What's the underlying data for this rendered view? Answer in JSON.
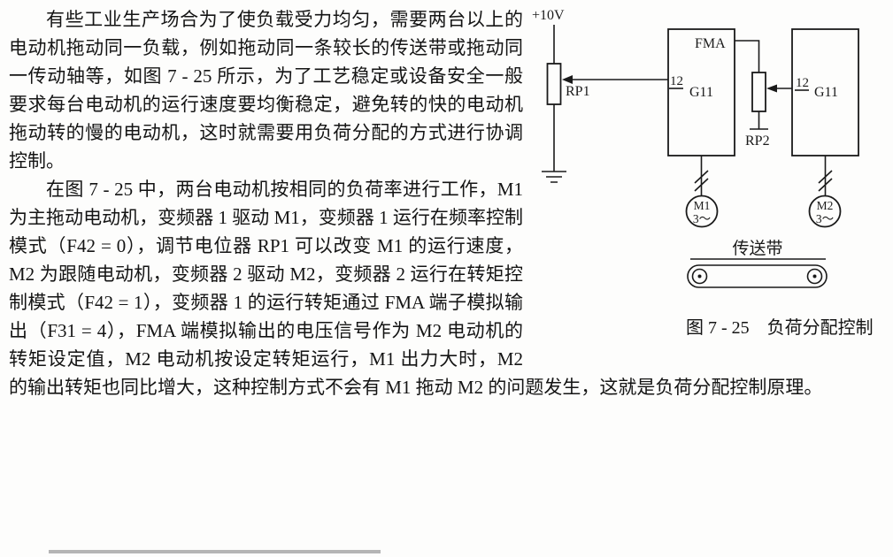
{
  "doc": {
    "paragraph1": "有些工业生产场合为了使负载受力均匀，需要两台以上的电动机拖动同一负载，例如拖动同一条较长的传送带或拖动同一传动轴等，如图 7 - 25 所示，为了工艺稳定或设备安全一般要求每台电动机的运行速度要均衡稳定，避免转的快的电动机拖动转的慢的电动机，这时就需要用负荷分配的方式进行协调控制。",
    "paragraph2": "在图 7 - 25 中，两台电动机按相同的负荷率进行工作，M1 为主拖动电动机，变频器 1 驱动 M1，变频器 1 运行在频率控制模式（F42 = 0），调节电位器 RP1 可以改变 M1 的运行速度，M2 为跟随电动机，变频器 2 驱动 M2，变频器 2 运行在转矩控制模式（F42 = 1），变频器 1 的运行转矩通过 FMA 端子模拟输出（F31 = 4），FMA 端模拟输出的电压信号作为 M2 电动机的转矩设定值，M2 电动机按设定转矩运行，M1 出力大时，M2 的输出转矩也同比增大，这种控制方式不会有 M1 拖动 M2 的问题发生，这就是负荷分配控制原理。"
  },
  "figure": {
    "caption": "图 7 - 25　负荷分配控制",
    "supply_label": "+10V",
    "rp1_label": "RP1",
    "rp2_label": "RP2",
    "fma_label": "FMA",
    "inverter1_terminal": "12",
    "inverter1_model": "G11",
    "inverter2_terminal": "12",
    "inverter2_model": "G11",
    "motor1_name": "M1",
    "motor1_phases": "3～",
    "motor2_name": "M2",
    "motor2_phases": "3～",
    "belt_label": "传送带"
  }
}
